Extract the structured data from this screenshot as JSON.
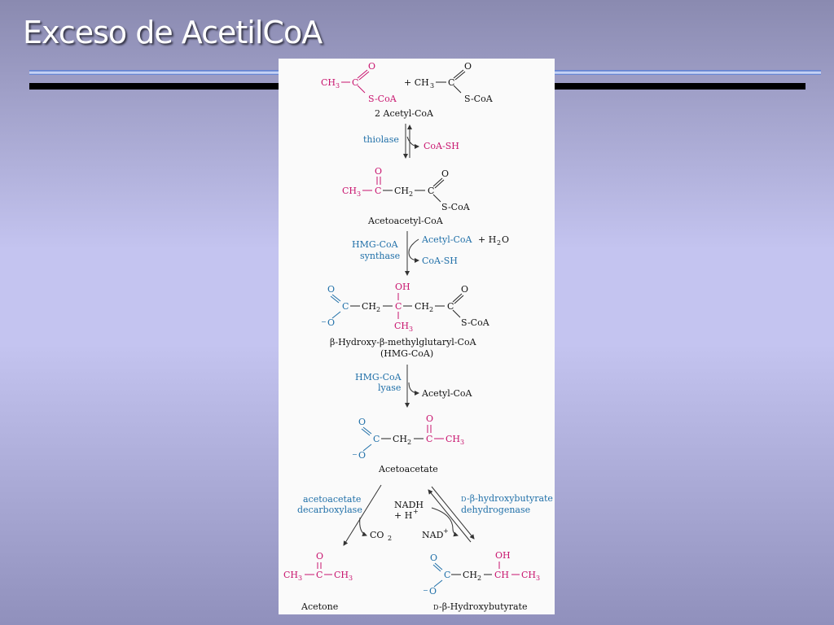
{
  "title": "Exceso de AcetilCoA",
  "colors": {
    "magenta": "#c8146e",
    "blue": "#1f6fa8",
    "text": "#111111"
  },
  "pathway": {
    "m1": {
      "ch3": "CH",
      "c": "C",
      "o": "O",
      "sco": "S-CoA",
      "plus": "+ CH",
      "c2": "C",
      "o2": "O",
      "sco2": "S-CoA",
      "name": "2 Acetyl-CoA"
    },
    "step1": {
      "enzyme": "thiolase",
      "product": "CoA-SH"
    },
    "m2": {
      "ch3": "CH",
      "c1": "C",
      "o1": "O",
      "ch2": "CH",
      "c2": "C",
      "o2": "O",
      "sco": "S-CoA",
      "name": "Acetoacetyl-CoA"
    },
    "step2": {
      "enzyme1": "HMG-CoA",
      "enzyme2": "synthase",
      "in1": "Acetyl-CoA",
      "in2": "+ H",
      "in2b": "O",
      "out": "CoA-SH"
    },
    "m3": {
      "o1": "O",
      "c1": "C",
      "om": "O",
      "ch2a": "CH",
      "oh": "OH",
      "c2": "C",
      "ch3": "CH",
      "ch2b": "CH",
      "c3": "C",
      "o3": "O",
      "sco": "S-CoA",
      "name": "β-Hydroxy-β-methylglutaryl-CoA",
      "abbr": "(HMG-CoA)"
    },
    "step3": {
      "enzyme1": "HMG-CoA",
      "enzyme2": "lyase",
      "product": "Acetyl-CoA"
    },
    "m4": {
      "o1": "O",
      "c1": "C",
      "om": "O",
      "ch2": "CH",
      "o2": "O",
      "c2": "C",
      "ch3": "CH",
      "name": "Acetoacetate"
    },
    "step4": {
      "left_enzyme1": "acetoacetate",
      "left_enzyme2": "decarboxylase",
      "co2": "CO",
      "nadh": "NADH",
      "h": "+ H",
      "nad": "NAD",
      "right_enzyme1": "-β-hydroxybutyrate",
      "right_enzyme2": "dehydrogenase",
      "d": "D"
    },
    "m5": {
      "ch3a": "CH",
      "o": "O",
      "c": "C",
      "ch3b": "CH",
      "name": "Acetone"
    },
    "m6": {
      "o1": "O",
      "c1": "C",
      "om": "O",
      "ch2": "CH",
      "oh": "OH",
      "ch": "CH",
      "ch3": "CH",
      "name": "-β-Hydroxybutyrate",
      "d": "D"
    }
  }
}
